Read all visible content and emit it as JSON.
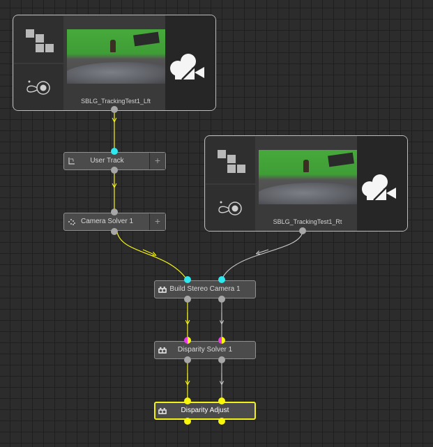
{
  "sources": [
    {
      "label": "SBLG_TrackingTest1_Lft",
      "layout_icon": "grid-blocks-icon",
      "lens_icon": "lens-ring-icon",
      "camera_icon": "movie-camera-icon"
    },
    {
      "label": "SBLG_TrackingTest1_Rt",
      "layout_icon": "grid-blocks-icon",
      "lens_icon": "lens-ring-icon",
      "camera_icon": "movie-camera-icon"
    }
  ],
  "nodes": {
    "user_track": {
      "label": "User Track",
      "icon": "user-track-icon",
      "plus": "+"
    },
    "camera_solver": {
      "label": "Camera Solver 1",
      "icon": "camera-solver-icon",
      "plus": "+"
    },
    "build_stereo": {
      "label": "Build Stereo Camera 1",
      "icon": "stereo-camera-icon"
    },
    "disparity_solver": {
      "label": "Disparity Solver 1",
      "icon": "stereo-camera-icon"
    },
    "disparity_adjust": {
      "label": "Disparity Adjust",
      "icon": "stereo-camera-icon",
      "selected": true
    }
  },
  "colors": {
    "background": "#2c2c2c",
    "grid": "#1f1f1f",
    "wire_left": "#f2f21a",
    "wire_right": "#c9c9c9",
    "port_input": "#2ee8ef",
    "port_output": "#a7a7a7",
    "port_stereo_left": "#e83ae8",
    "selected_border": "#f2f21a"
  }
}
